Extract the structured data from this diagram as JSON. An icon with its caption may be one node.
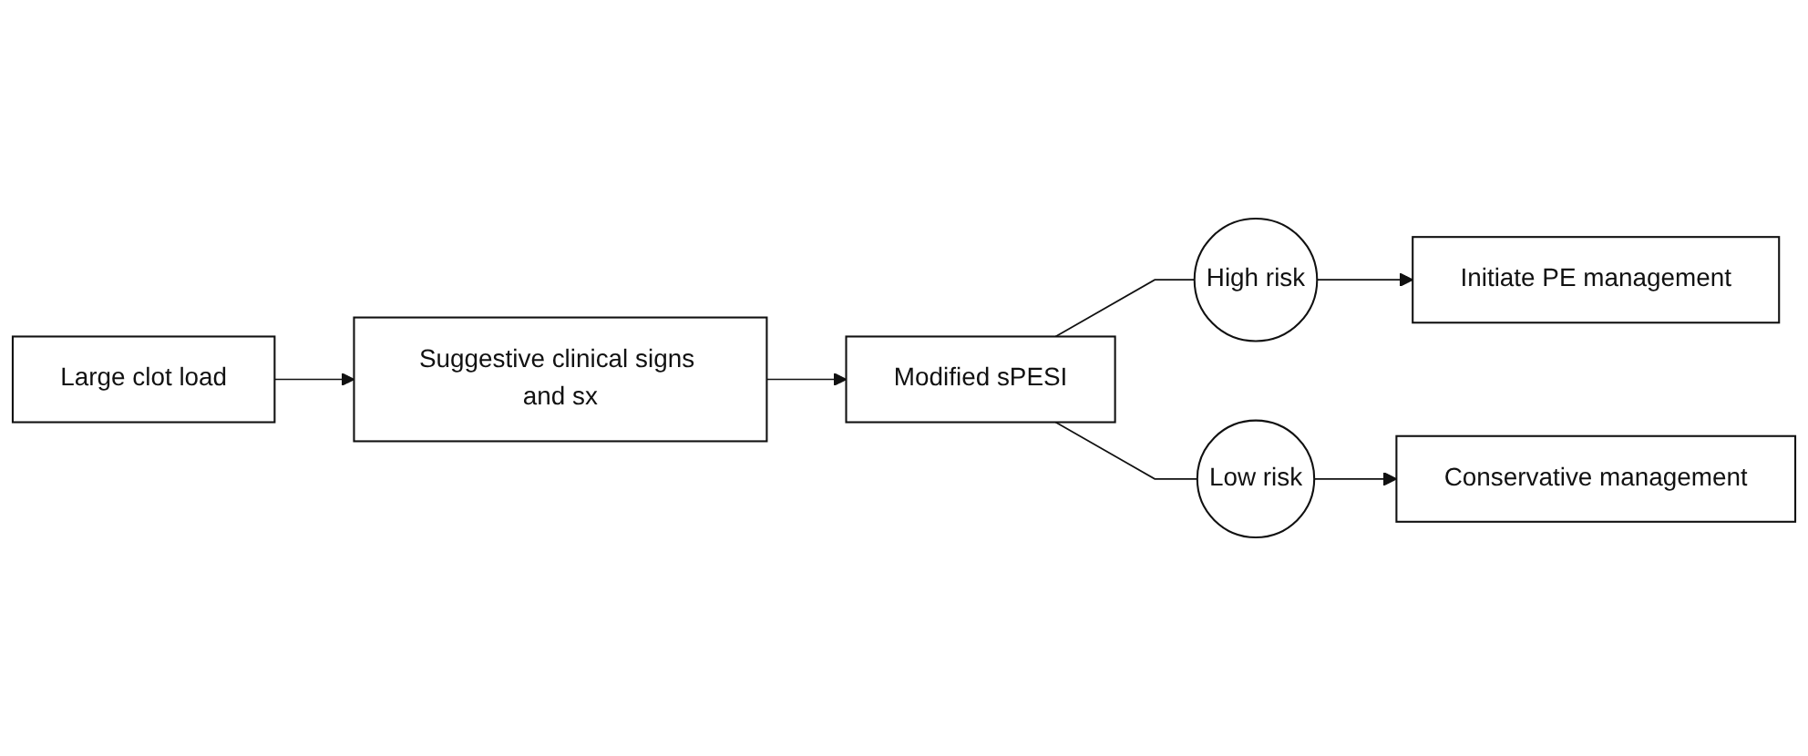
{
  "diagram": {
    "nodes": [
      {
        "text": [
          "Large clot load"
        ]
      },
      {
        "text": [
          "Suggestive clinical signs and sx"
        ]
      },
      {
        "text": [
          "Modified sPESI"
        ]
      },
      {
        "text": [
          "High risk"
        ]
      },
      {
        "text": [
          "Initiate PE management"
        ]
      },
      {
        "text": [
          "Low risk"
        ]
      },
      {
        "text": [
          "Conservative management"
        ]
      }
    ],
    "edges": [
      {
        "from": 0,
        "to": 1,
        "arrow": "to"
      },
      {
        "from": 1,
        "to": 2,
        "arrow": "to"
      },
      {
        "from": 2,
        "to": 3,
        "arrow": "none"
      },
      {
        "from": 3,
        "to": 4,
        "arrow": "to"
      },
      {
        "from": 2,
        "to": 5,
        "arrow": "none"
      },
      {
        "from": 5,
        "to": 6,
        "arrow": "to"
      }
    ]
  }
}
